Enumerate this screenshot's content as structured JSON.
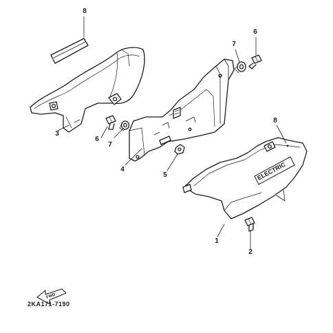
{
  "diagram": {
    "part_callouts": [
      {
        "key": "c8a",
        "label": "8"
      },
      {
        "key": "c7a",
        "label": "7"
      },
      {
        "key": "c6a",
        "label": "6"
      },
      {
        "key": "c3",
        "label": "3"
      },
      {
        "key": "c6b",
        "label": "6"
      },
      {
        "key": "c7b",
        "label": "7"
      },
      {
        "key": "c5",
        "label": "5"
      },
      {
        "key": "c4",
        "label": "4"
      },
      {
        "key": "c8b",
        "label": "8"
      },
      {
        "key": "c1",
        "label": "1"
      },
      {
        "key": "c2",
        "label": "2"
      }
    ],
    "cover_emblem_text": "ELECTRIC",
    "direction_arrow_text": "FWD",
    "drawing_code": "2KA171-7190"
  }
}
